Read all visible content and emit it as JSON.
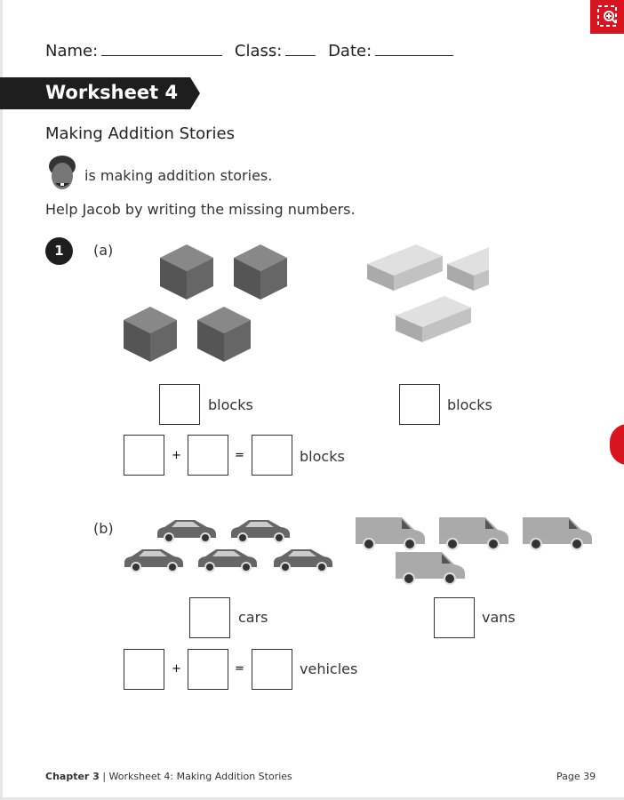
{
  "header": {
    "name_label": "Name:",
    "class_label": "Class:",
    "date_label": "Date:"
  },
  "banner": "Worksheet 4",
  "subtitle": "Making Addition Stories",
  "intro": "is making addition stories.",
  "instruction": "Help Jacob by writing the missing numbers.",
  "question": {
    "number": "1",
    "a": {
      "label": "(a)",
      "unit1": "blocks",
      "unit2": "blocks",
      "plus": "+",
      "equals": "=",
      "total_unit": "blocks"
    },
    "b": {
      "label": "(b)",
      "unit1": "cars",
      "unit2": "vans",
      "plus": "+",
      "equals": "=",
      "total_unit": "vehicles"
    }
  },
  "footer": {
    "chapter": "Chapter 3",
    "title": "Worksheet 4: Making Addition Stories",
    "page": "Page 39"
  },
  "colors": {
    "accent": "#d7141f",
    "banner": "#1e1e1e"
  }
}
